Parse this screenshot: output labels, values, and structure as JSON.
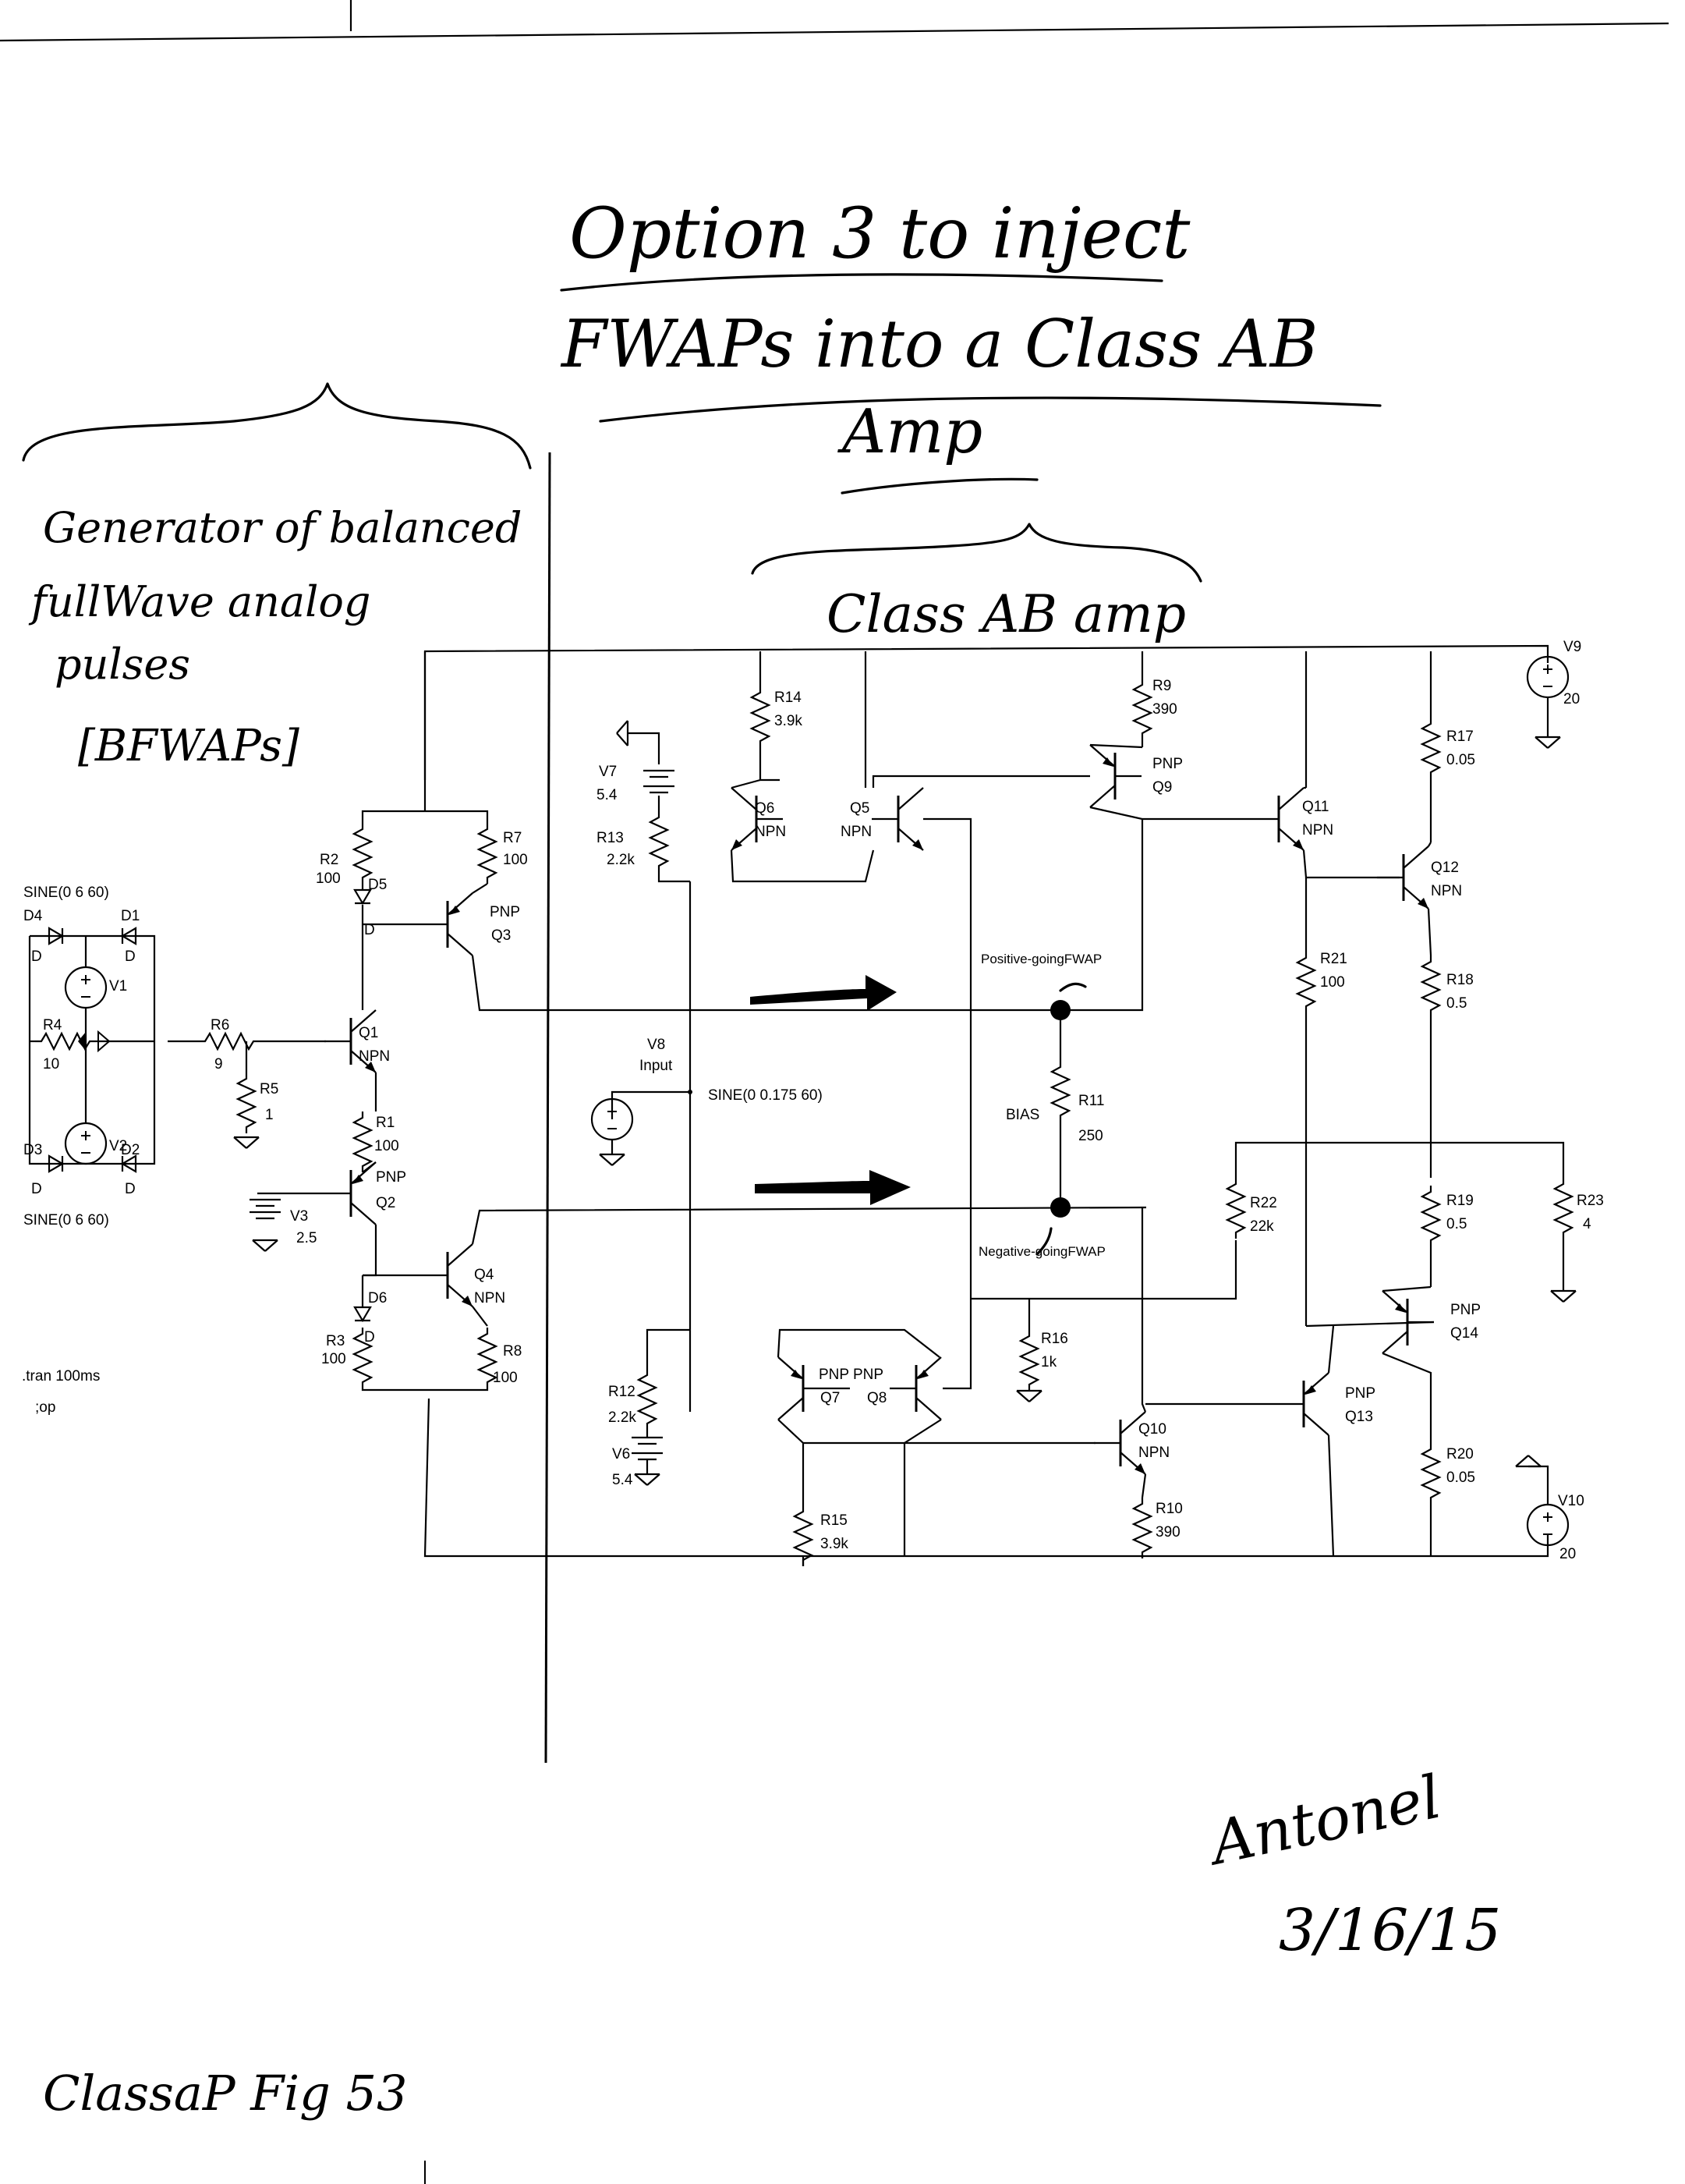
{
  "handwritten": {
    "title_line1": "Option 3 to inject",
    "title_line2": "FWAPs into a Class AB",
    "title_line3": "Amp",
    "generator_line1": "Generator of balanced",
    "generator_line2": "fullWave analog",
    "generator_line3": "pulses",
    "generator_abbr": "[BFWAPs]",
    "classab_label": "Class AB amp",
    "signature": "Antonel",
    "date": "3/16/15",
    "footer": "ClassaP Fig 53"
  },
  "sources": {
    "sine_top": "SINE(0 6 60)",
    "sine_bottom": "SINE(0 6 60)",
    "v8_sine": "SINE(0 0.175 60)",
    "tran": ".tran 100ms",
    "op": ";op"
  },
  "components": {
    "d4": "D4",
    "d1": "D1",
    "d3": "D3",
    "d2": "D2",
    "d": "D",
    "v1": "V1",
    "v2": "V2",
    "r4": "R4",
    "r4_val": "10",
    "r6": "R6",
    "r6_val": "9",
    "r5": "R5",
    "r5_val": "1",
    "r2": "R2",
    "r2_val": "100",
    "d5": "D5",
    "d6": "D6",
    "r7": "R7",
    "r7_val": "100",
    "q3": "Q3",
    "pnp": "PNP",
    "npn": "NPN",
    "q1": "Q1",
    "r1": "R1",
    "r1_val": "100",
    "q2": "Q2",
    "v3": "V3",
    "v3_val": "2.5",
    "q4": "Q4",
    "r3": "R3",
    "r3_val": "100",
    "r8": "R8",
    "r8_val": "100",
    "r14": "R14",
    "r14_val": "3.9k",
    "v7": "V7",
    "v7_val": "5.4",
    "r13": "R13",
    "r13_val": "2.2k",
    "q6": "Q6",
    "q5": "Q5",
    "r9": "R9",
    "r9_val": "390",
    "q9": "Q9",
    "q11": "Q11",
    "r17": "R17",
    "r17_val": "0.05",
    "q12": "Q12",
    "r21": "R21",
    "r21_val": "100",
    "r18": "R18",
    "r18_val": "0.5",
    "v9": "V9",
    "v9_val": "20",
    "positive_fwap": "Positive-goingFWAP",
    "negative_fwap": "Negative-goingFWAP",
    "v8": "V8",
    "v8_input": "Input",
    "bias": "BIAS",
    "r11": "R11",
    "r11_val": "250",
    "r22": "R22",
    "r22_val": "22k",
    "r19": "R19",
    "r19_val": "0.5",
    "r23": "R23",
    "r23_val": "4",
    "q14": "Q14",
    "r16": "R16",
    "r16_val": "1k",
    "r12": "R12",
    "r12_val": "2.2k",
    "v6": "V6",
    "v6_val": "5.4",
    "pnp_pnp": "PNP PNP",
    "q7": "Q7",
    "q8": "Q8",
    "q10": "Q10",
    "q13": "Q13",
    "r20": "R20",
    "r20_val": "0.05",
    "v10": "V10",
    "v10_val": "20",
    "r15": "R15",
    "r15_val": "3.9k",
    "r10": "R10",
    "r10_val": "390"
  }
}
